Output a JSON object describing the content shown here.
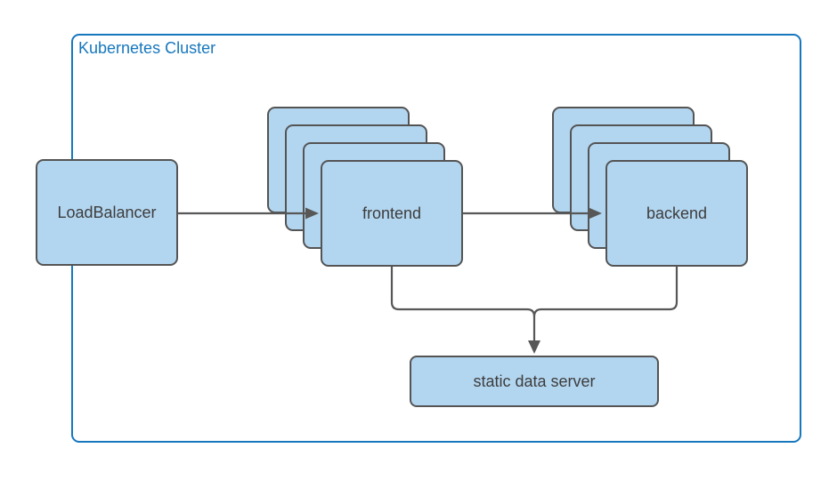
{
  "cluster": {
    "label": "Kubernetes Cluster"
  },
  "nodes": {
    "load_balancer": {
      "label": "LoadBalancer"
    },
    "frontend": {
      "label": "frontend",
      "stack_count": 4
    },
    "backend": {
      "label": "backend",
      "stack_count": 4
    },
    "static_data_server": {
      "label": "static data server"
    }
  },
  "edges": [
    {
      "from": "LoadBalancer",
      "to": "frontend",
      "arrow": true
    },
    {
      "from": "frontend",
      "to": "backend",
      "arrow": true
    },
    {
      "from": "frontend",
      "to": "static data server",
      "arrow": true
    },
    {
      "from": "backend",
      "to": "static data server",
      "arrow": true
    }
  ],
  "colors": {
    "node_fill": "#b3d6f0",
    "node_border": "#545454",
    "node_text": "#3d3d3d",
    "connector": "#575757",
    "cluster_border": "#1677bd",
    "cluster_label_text": "#1677bd",
    "background": "#ffffff"
  }
}
